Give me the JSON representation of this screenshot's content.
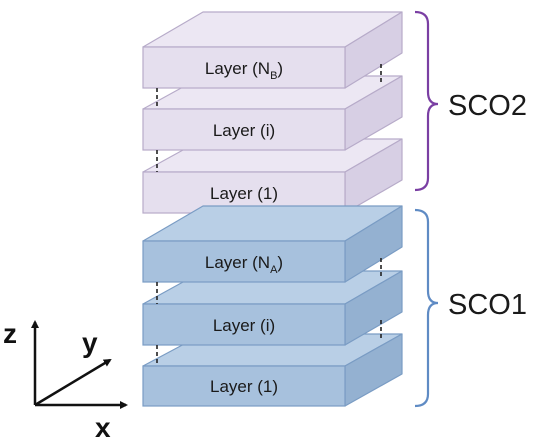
{
  "layers": {
    "sco2": {
      "top": {
        "text": "Layer (N",
        "sub": "B",
        "close": ")"
      },
      "middle": {
        "text": "Layer (i)"
      },
      "bottom": {
        "text": "Layer (1)"
      }
    },
    "sco1": {
      "top": {
        "text": "Layer (N",
        "sub": "A",
        "close": ")"
      },
      "middle": {
        "text": "Layer (i)"
      },
      "bottom": {
        "text": "Layer (1)"
      }
    }
  },
  "groups": {
    "sco2_label": "SCO2",
    "sco1_label": "SCO1"
  },
  "axes": {
    "z": "z",
    "y": "y",
    "x": "x"
  },
  "colors": {
    "sco2_front": "#e5dfee",
    "sco2_top": "#ece7f3",
    "sco2_side": "#d7cfe4",
    "sco2_stroke": "#b7abc9",
    "sco2_bracket": "#7a3fa3",
    "sco1_front": "#a7c1dd",
    "sco1_top": "#b9cfe6",
    "sco1_side": "#94b1d1",
    "sco1_stroke": "#7a9cc4",
    "sco1_bracket": "#5f8bc4"
  }
}
